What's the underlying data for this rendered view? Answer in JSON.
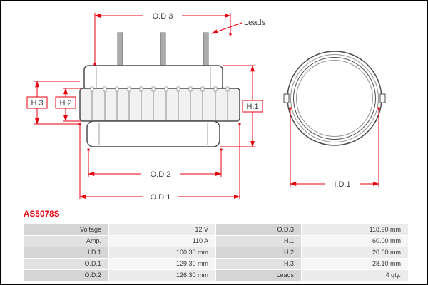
{
  "part_number": "AS5078S",
  "colors": {
    "dimension_red": "#e8000f",
    "part_number_red": "#e8000f"
  },
  "diagram": {
    "labels": {
      "od3": "O.D 3",
      "od2": "O.D 2",
      "od1": "O.D 1",
      "h1": "H.1",
      "h2": "H.2",
      "h3": "H.3",
      "id1": "I.D.1",
      "leads": "Leads"
    }
  },
  "specs": {
    "rows": [
      {
        "label1": "Voltage",
        "value1": "12 V",
        "label2": "O.D.3",
        "value2": "118.90 mm"
      },
      {
        "label1": "Amp.",
        "value1": "110 A",
        "label2": "H.1",
        "value2": "60.00 mm"
      },
      {
        "label1": "I.D.1",
        "value1": "100.30 mm",
        "label2": "H.2",
        "value2": "20.60 mm"
      },
      {
        "label1": "O.D.1",
        "value1": "129.30 mm",
        "label2": "H.3",
        "value2": "28.10 mm"
      },
      {
        "label1": "O.D.2",
        "value1": "126.30 mm",
        "label2": "Leads",
        "value2": "4 qty."
      }
    ]
  }
}
